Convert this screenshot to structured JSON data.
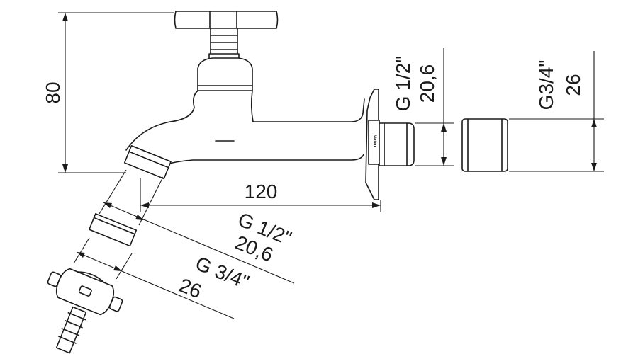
{
  "drawing": {
    "brand": "Mateu",
    "dimensions": {
      "height": "80",
      "length": "120",
      "outlet_thread_side": "G 1/2\"",
      "outlet_size_side": "20,6",
      "adapter_thread_side": "G3/4\"",
      "adapter_size_side": "26",
      "outlet_thread_angled": "G 1/2\"",
      "outlet_size_angled": "20,6",
      "hose_thread_angled": "G 3/4\"",
      "hose_size_angled": "26"
    }
  }
}
